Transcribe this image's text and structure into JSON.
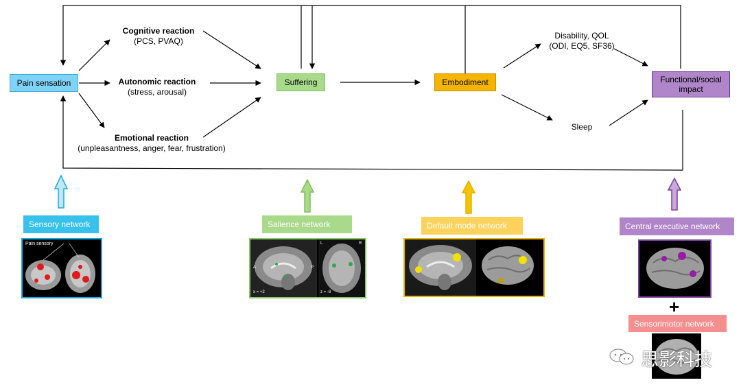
{
  "nodes": {
    "pain_sensation": "Pain sensation",
    "suffering": "Suffering",
    "embodiment": "Embodiment",
    "functional_social_impact": "Functional/social impact"
  },
  "reactions": {
    "cognitive": {
      "title": "Cognitive reaction",
      "detail": "(PCS, PVAQ)"
    },
    "autonomic": {
      "title": "Autonomic reaction",
      "detail": "(stress, arousal)"
    },
    "emotional": {
      "title": "Emotional reaction",
      "detail": "(unpleasantness, anger, fear, frustration)"
    }
  },
  "outcomes": {
    "disability": {
      "line1": "Disability, QOL",
      "line2": "(ODI, EQ5, SF36)"
    },
    "sleep": "Sleep"
  },
  "networks": {
    "sensory": "Sensory network",
    "salience": "Salience network",
    "default_mode": "Default mode network",
    "central_executive": "Central executive network",
    "sensorimotor": "Sensorimotor network",
    "plus": "+"
  },
  "brain_labels": {
    "sensory_title": "Pain sensory",
    "salience_a": "A",
    "salience_p": "P",
    "salience_l": "L",
    "salience_r": "R",
    "salience_x": "x = +2",
    "salience_z": "z = -8"
  },
  "watermark": "思影科技",
  "colors": {
    "sensory": "#37c1ec",
    "salience": "#a9d98b",
    "default_mode": "#fbd35c",
    "central_executive": "#b085c9",
    "sensorimotor": "#f58e8e"
  }
}
